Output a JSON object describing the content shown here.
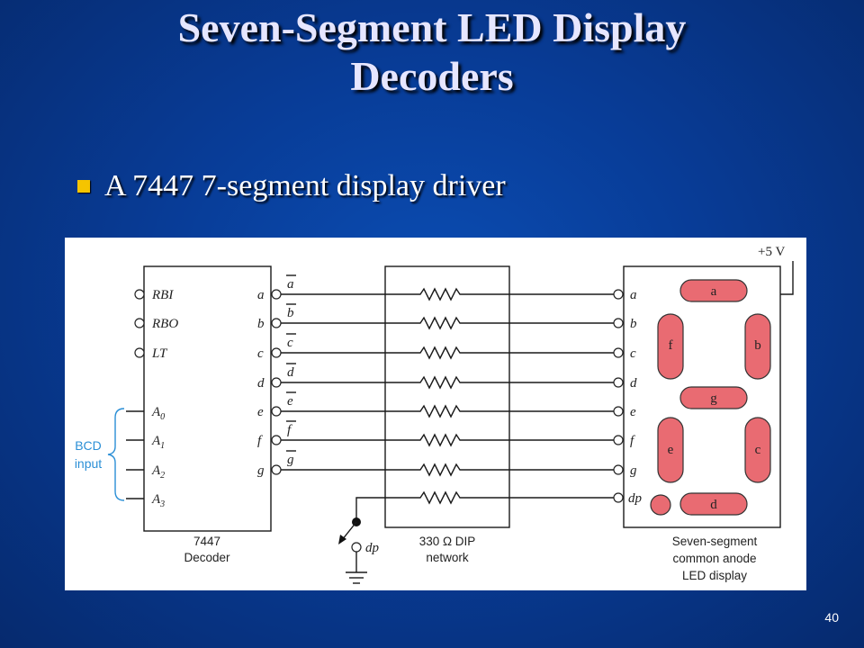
{
  "slide": {
    "title_line1": "Seven-Segment LED Display",
    "title_line2": "Decoders",
    "bullet": "A 7447 7-segment display driver",
    "page_number": "40",
    "colors": {
      "background": "#083c97",
      "bullet": "#f5c400",
      "segment": "#e96b72",
      "bcd_bracket": "#2b8fd6"
    }
  },
  "diagram": {
    "supply": "+5 V",
    "decoder": {
      "control_pins": [
        "RBI",
        "RBO",
        "LT"
      ],
      "inputs": [
        {
          "base": "A",
          "sub": "0"
        },
        {
          "base": "A",
          "sub": "1"
        },
        {
          "base": "A",
          "sub": "2"
        },
        {
          "base": "A",
          "sub": "3"
        }
      ],
      "outputs": [
        "a",
        "b",
        "c",
        "d",
        "e",
        "f",
        "g"
      ],
      "output_bars": [
        "a",
        "b",
        "c",
        "d",
        "e",
        "f",
        "g"
      ],
      "label_line1": "7447",
      "label_line2": "Decoder"
    },
    "bcd_label_line1": "BCD",
    "bcd_label_line2": "input",
    "network": {
      "label_line1": "330 Ω DIP",
      "label_line2": "network"
    },
    "switch_label": "dp",
    "display": {
      "pins": [
        "a",
        "b",
        "c",
        "d",
        "e",
        "f",
        "g",
        "dp"
      ],
      "segments": [
        "a",
        "b",
        "c",
        "d",
        "e",
        "f",
        "g"
      ],
      "label_line1": "Seven-segment",
      "label_line2": "common anode",
      "label_line3": "LED display"
    }
  }
}
